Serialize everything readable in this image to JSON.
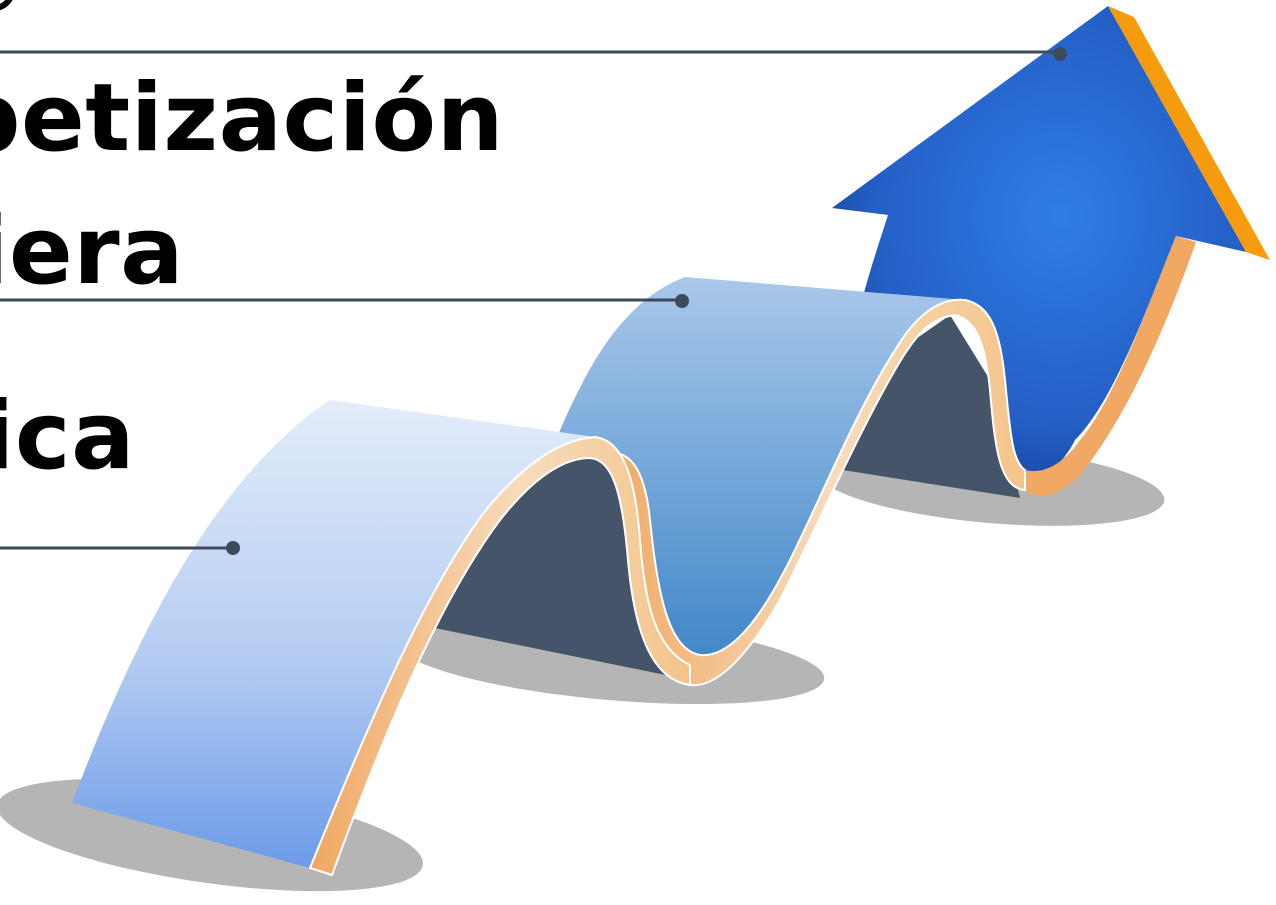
{
  "labels": [
    "betización",
    "iera",
    "ica"
  ]
}
